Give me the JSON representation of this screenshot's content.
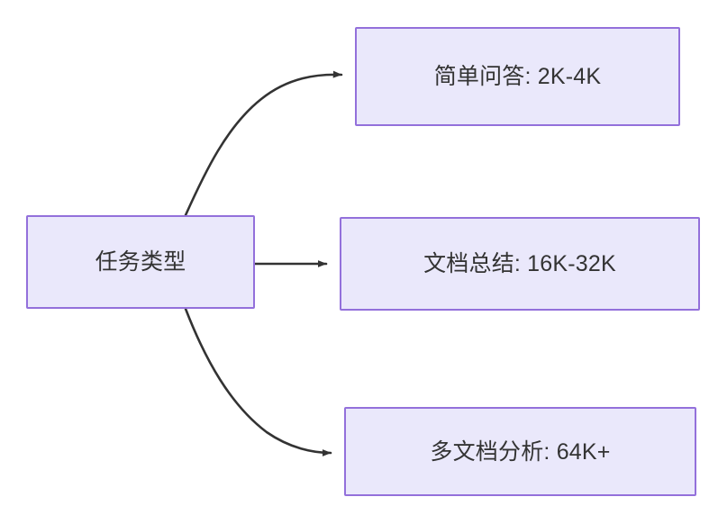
{
  "diagram": {
    "type": "flowchart",
    "direction": "left-to-right",
    "background_color": "#ffffff",
    "node_fill_color": "#eae8fb",
    "node_border_color": "#9370db",
    "node_text_color": "#333333",
    "edge_color": "#333333",
    "source_node": {
      "id": "task-type",
      "label": "任务类型"
    },
    "target_nodes": [
      {
        "id": "simple-qa",
        "label": "简单问答: 2K-4K",
        "task": "简单问答",
        "context_length": "2K-4K"
      },
      {
        "id": "doc-summary",
        "label": "文档总结: 16K-32K",
        "task": "文档总结",
        "context_length": "16K-32K"
      },
      {
        "id": "multi-doc-analysis",
        "label": "多文档分析: 64K+",
        "task": "多文档分析",
        "context_length": "64K+"
      }
    ],
    "edges": [
      {
        "id": "edge-top",
        "from": "task-type",
        "to": "simple-qa",
        "style": "curved",
        "arrowhead": "filled-triangle"
      },
      {
        "id": "edge-middle",
        "from": "task-type",
        "to": "doc-summary",
        "style": "straight",
        "arrowhead": "filled-triangle"
      },
      {
        "id": "edge-bottom",
        "from": "task-type",
        "to": "multi-doc-analysis",
        "style": "curved",
        "arrowhead": "filled-triangle"
      }
    ]
  }
}
